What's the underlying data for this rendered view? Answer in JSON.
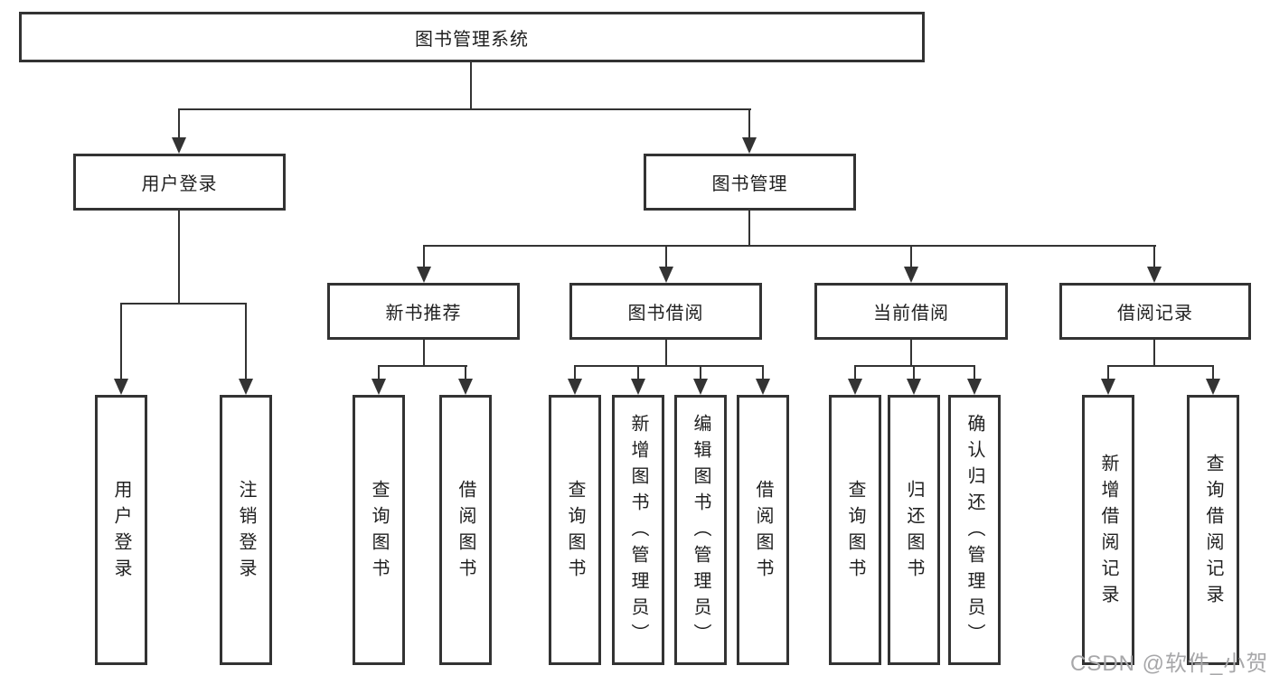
{
  "tree": {
    "label": "图书管理系统",
    "children": [
      {
        "label": "用户登录",
        "children": [
          {
            "label": "用户登录"
          },
          {
            "label": "注销登录"
          }
        ]
      },
      {
        "label": "图书管理",
        "children": [
          {
            "label": "新书推荐",
            "children": [
              {
                "label": "查询图书"
              },
              {
                "label": "借阅图书"
              }
            ]
          },
          {
            "label": "图书借阅",
            "children": [
              {
                "label": "查询图书"
              },
              {
                "label": "新增图书（管理员）"
              },
              {
                "label": "编辑图书（管理员）"
              },
              {
                "label": "借阅图书"
              }
            ]
          },
          {
            "label": "当前借阅",
            "children": [
              {
                "label": "查询图书"
              },
              {
                "label": "归还图书"
              },
              {
                "label": "确认归还（管理员）"
              }
            ]
          },
          {
            "label": "借阅记录",
            "children": [
              {
                "label": "新增借阅记录"
              },
              {
                "label": "查询借阅记录"
              }
            ]
          }
        ]
      }
    ]
  },
  "watermark": {
    "text": "CSDN @软件_小贺同学"
  },
  "colors": {
    "line": "#333333",
    "text": "#1f1f1f",
    "watermark": "#a7a7a9"
  }
}
